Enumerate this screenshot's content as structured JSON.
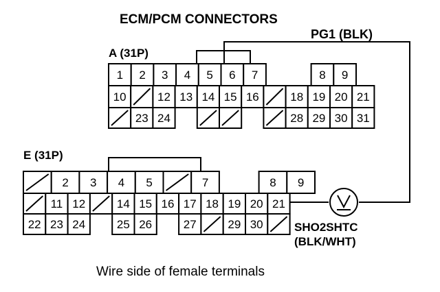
{
  "title": "ECM/PCM CONNECTORS",
  "ground_label": "PG1 (BLK)",
  "connector_a": {
    "label": "A (31P)",
    "rows": [
      [
        "1",
        "2",
        "3",
        "4",
        "5",
        "6",
        "7",
        "",
        "8",
        "9"
      ],
      [
        "10",
        "/",
        "12",
        "13",
        "14",
        "15",
        "16",
        "/",
        "18",
        "19",
        "20",
        "21"
      ],
      [
        "/",
        "23",
        "24",
        "",
        "/",
        "/",
        "",
        "/",
        "28",
        "29",
        "30",
        "31"
      ]
    ]
  },
  "connector_e": {
    "label": "E (31P)",
    "rows": [
      [
        "/",
        "2",
        "3",
        "4",
        "5",
        "/",
        "7",
        "",
        "8",
        "9"
      ],
      [
        "/",
        "11",
        "12",
        "/",
        "14",
        "15",
        "16",
        "17",
        "18",
        "19",
        "20",
        "21"
      ],
      [
        "22",
        "23",
        "24",
        "",
        "25",
        "26",
        "",
        "27",
        "/",
        "29",
        "30",
        "/"
      ]
    ]
  },
  "meter_symbol": "V",
  "sensor_label_1": "SHO2SHTC",
  "sensor_label_2": "(BLK/WHT)",
  "caption": "Wire side of female terminals"
}
